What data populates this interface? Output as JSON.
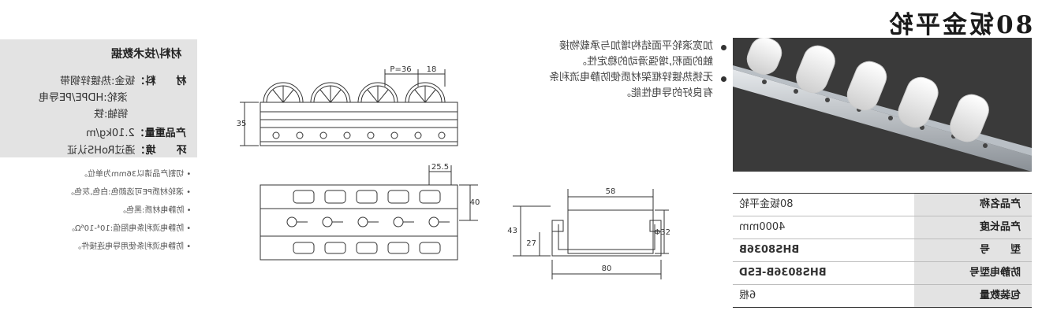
{
  "title": "80钣金平轮",
  "specs": {
    "heading": "材料/技术数据",
    "material_label": "材　　料：",
    "material_lines": [
      "钣金:热镀锌钢带",
      "滚轮:HDPE/PE导电",
      "销轴:铁"
    ],
    "weight_label": "产品重量：",
    "weight_value": "2.10kg/m",
    "env_label": "环　　境：",
    "env_value": "通过RoHS认证"
  },
  "notes": [
    "切割产品请以36mm为单位。",
    "滚轮材质PE可选颜色:白色,灰色。",
    "防静电材质:黑色。",
    "防静电流利条电阻值:10⁴-10⁶Ω。",
    "防静电流利条使用导电连接件。"
  ],
  "features": [
    "加宽滚轮平面结构增加与承载物接",
    "触的面积,增强滑动的稳定性。",
    "无锈热镀锌框架材质使防静电流利条",
    "有良好的导电性能。"
  ],
  "drawing_top": {
    "pitch": "P=36",
    "edge": "18",
    "height": "35"
  },
  "drawing_bottom": {
    "pitch": "25.5",
    "height": "40"
  },
  "drawing_section": {
    "top_width": "58",
    "bottom_width": "80",
    "diameter": "Φ32",
    "height_total": "43",
    "height_inner": "27"
  },
  "table": [
    {
      "key": "产品名称",
      "value": "80钣金平轮"
    },
    {
      "key": "产品长度",
      "value": "4000mm"
    },
    {
      "key": "型　　号",
      "value": "BHS8036B"
    },
    {
      "key": "防静电型号",
      "value": "BHS8036B-ESD"
    },
    {
      "key": "包装数量",
      "value": "6根"
    }
  ]
}
